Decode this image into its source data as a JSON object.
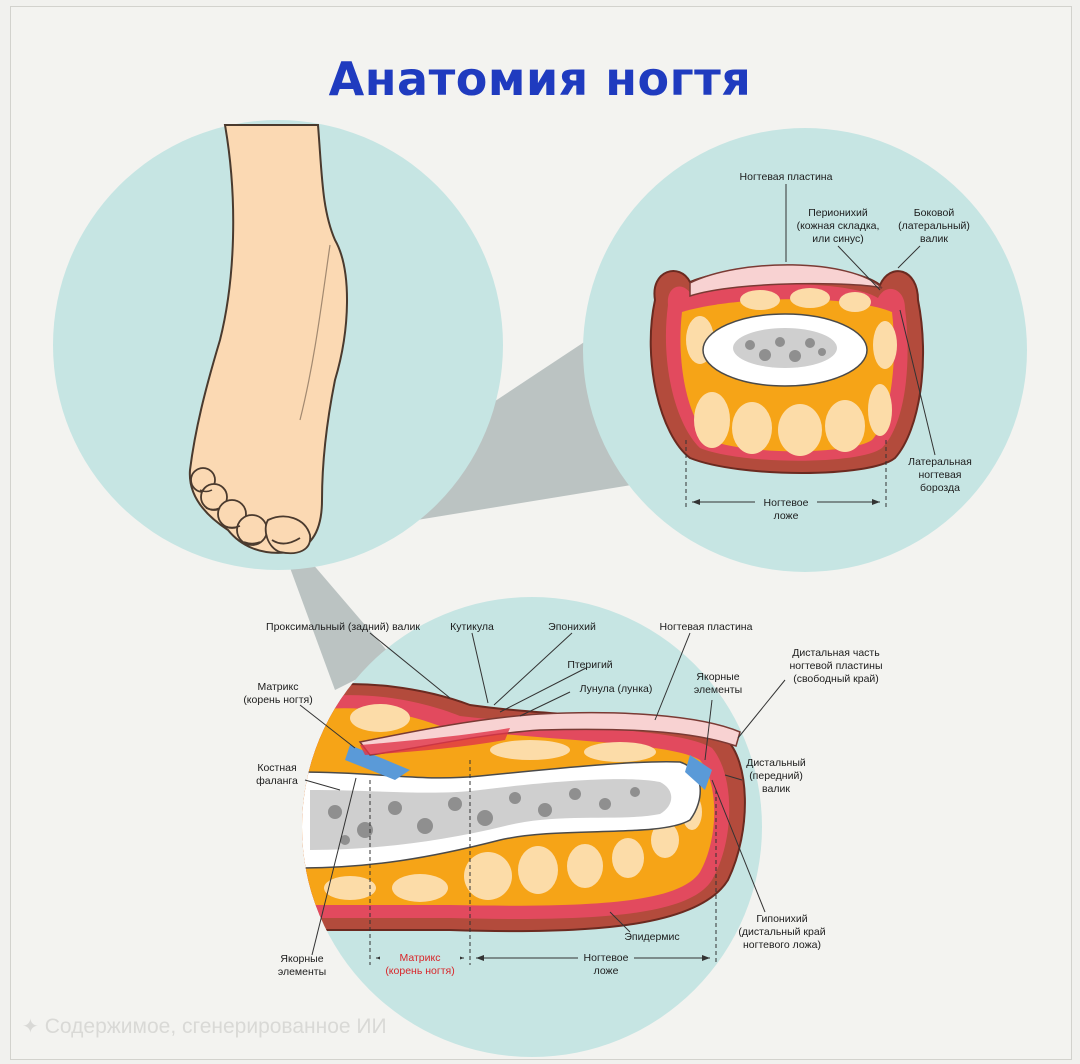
{
  "title": "Анатомия ногтя",
  "colors": {
    "title_blue": "#1f3bbf",
    "circle_bg": "#c6e5e3",
    "skin": "#fbd9b3",
    "fat": "#f6a417",
    "fat_light": "#fcdca8",
    "dermis_red": "#e24a5e",
    "nail_pink": "#f8d2d2",
    "bone_gray": "#9c9c9c",
    "red_label": "#d8262a"
  },
  "cross_section": {
    "nail_plate": "Ногтевая пластина",
    "perionychium": [
      "Перионихий",
      "(кожная складка,",
      "или синус)"
    ],
    "lateral_fold": [
      "Боковой",
      "(латеральный)",
      "валик"
    ],
    "lateral_groove": [
      "Латеральная",
      "ногтевая",
      "борозда"
    ],
    "nail_bed": [
      "Ногтевое",
      "ложе"
    ]
  },
  "longitudinal": {
    "proximal_fold": "Проксимальный (задний) валик",
    "cuticle": "Кутикула",
    "eponychium": "Эпонихий",
    "nail_plate": "Ногтевая пластина",
    "distal_part": [
      "Дистальная часть",
      "ногтевой пластины",
      "(свободный край)"
    ],
    "pterygium": "Птеригий",
    "lunula": "Лунула (лунка)",
    "anchor_top": [
      "Якорные",
      "элементы"
    ],
    "matrix": [
      "Матрикс",
      "(корень ногтя)"
    ],
    "bone_phalanx": [
      "Костная",
      "фаланга"
    ],
    "distal_fold": [
      "Дистальный",
      "(передний)",
      "валик"
    ],
    "hyponychium": [
      "Гипонихий",
      "(дистальный край",
      "ногтевого ложа)"
    ],
    "epidermis": "Эпидермис",
    "anchor_bottom": [
      "Якорные",
      "элементы"
    ],
    "matrix_bottom": [
      "Матрикс",
      "(корень ногтя)"
    ],
    "nail_bed_bottom": [
      "Ногтевое",
      "ложе"
    ]
  },
  "footer_note": "Содержимое, сгенерированное ИИ"
}
